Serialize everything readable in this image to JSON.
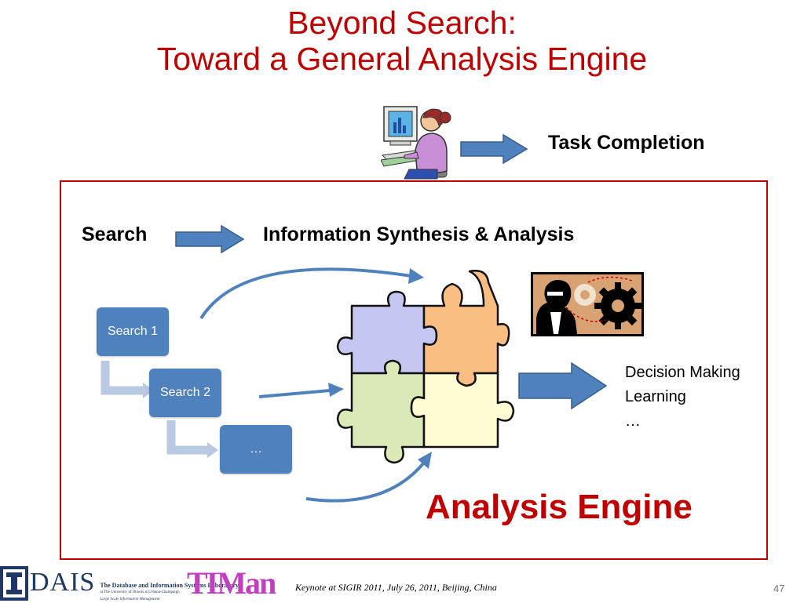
{
  "slide": {
    "title_line1": "Beyond Search:",
    "title_line2": "Toward a General Analysis Engine",
    "task_completion": "Task Completion",
    "search": "Search",
    "synthesis": "Information Synthesis  & Analysis",
    "steps": [
      "Search 1",
      "Search 2",
      "…"
    ],
    "outputs": [
      "Decision Making",
      "Learning",
      "…"
    ],
    "analysis_engine": "Analysis Engine"
  },
  "footer": {
    "text": "Keynote at SIGIR 2011,  July 26, 2011, Beijing, China",
    "page": "47",
    "dais_letters": "DAIS",
    "dais_line1": "The Database and Information Systems Laboratory",
    "dais_line2": "at The University of Illinois at Urbana-Champaign",
    "dais_line3": "Large Scale Information Management",
    "timan": "TIMan"
  },
  "colors": {
    "title": "#c00000",
    "frame": "#c00000",
    "arrow_fill": "#4f81bd",
    "step_box": "#4f81bd",
    "connector": "#b9c9e2",
    "puzzle_lavender": "#c6c6f2",
    "puzzle_orange": "#fabe82",
    "puzzle_green": "#dbe9b8",
    "puzzle_yellow": "#fffbd2"
  }
}
